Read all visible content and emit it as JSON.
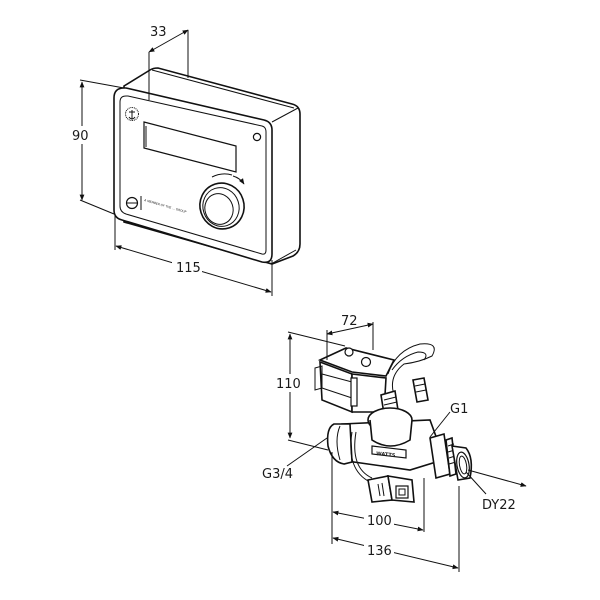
{
  "drawing": {
    "control_unit": {
      "dimensions": {
        "depth": "33",
        "height": "90",
        "width": "115"
      },
      "label_text": "A MEMBER OF THE ... GROUP",
      "icons": [
        "anchor-logo-icon",
        "member-badge-icon",
        "rotary-knob",
        "led-indicator",
        "display-window"
      ]
    },
    "valve_assembly": {
      "dimensions": {
        "actuator_width": "72",
        "height": "110",
        "body_length": "100",
        "overall_length": "136"
      },
      "callouts": {
        "inlet_thread": "G3/4",
        "outlet_thread": "G1",
        "compression_fitting": "DY22"
      },
      "brand_mark": "WATTS"
    }
  }
}
